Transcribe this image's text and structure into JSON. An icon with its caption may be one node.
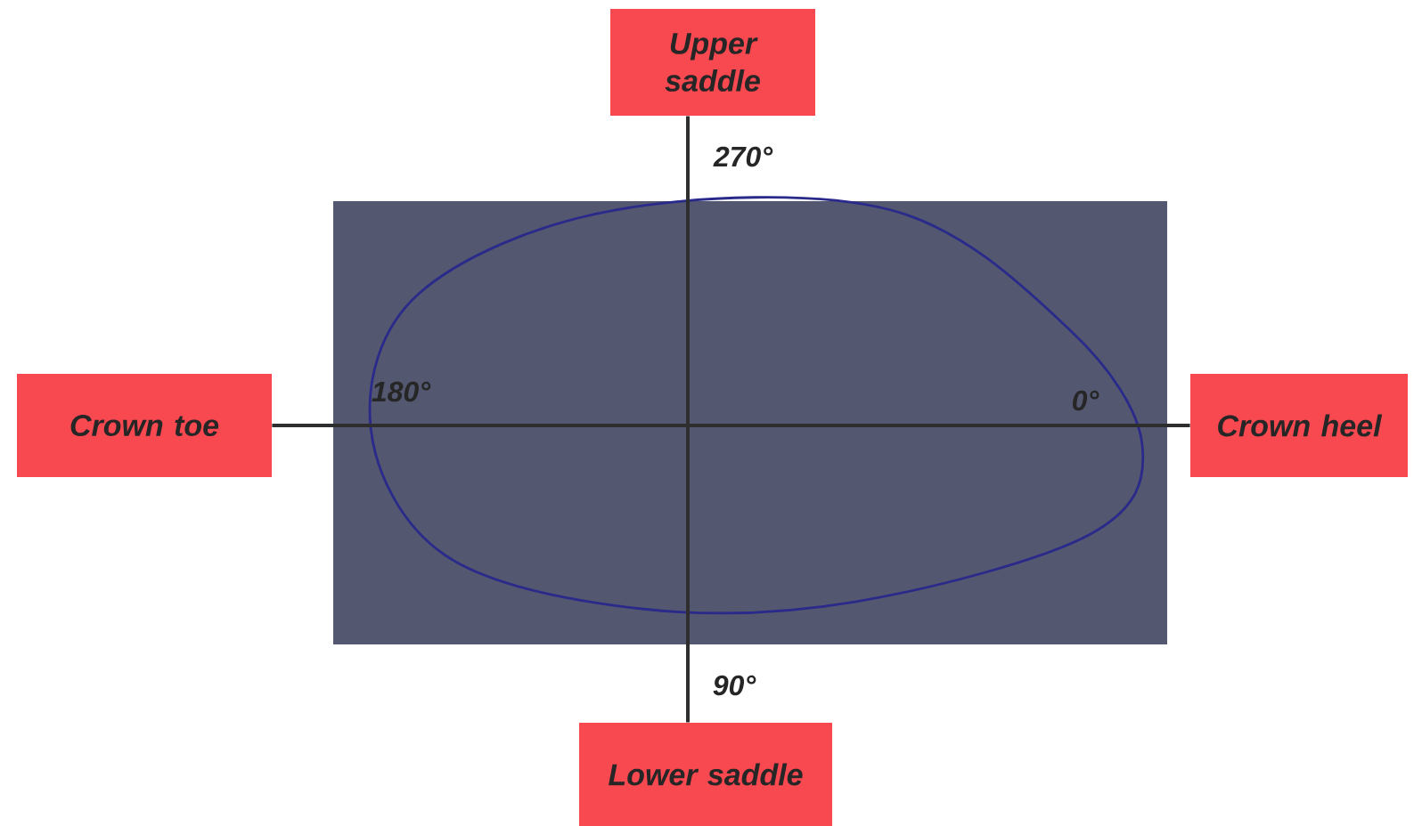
{
  "diagram": {
    "nodes": [
      {
        "text": [
          "Upper saddle"
        ]
      },
      {
        "text": [
          "Crown toe"
        ]
      },
      {
        "text": [
          "Crown heel"
        ]
      },
      {
        "text": [
          "Lower saddle"
        ]
      }
    ],
    "edges": [
      {
        "from": 0,
        "to": 3,
        "arrow": "none"
      },
      {
        "from": 1,
        "to": 2,
        "arrow": "none"
      }
    ],
    "labels": [
      "270°",
      "180°",
      "0°",
      "90°"
    ]
  }
}
